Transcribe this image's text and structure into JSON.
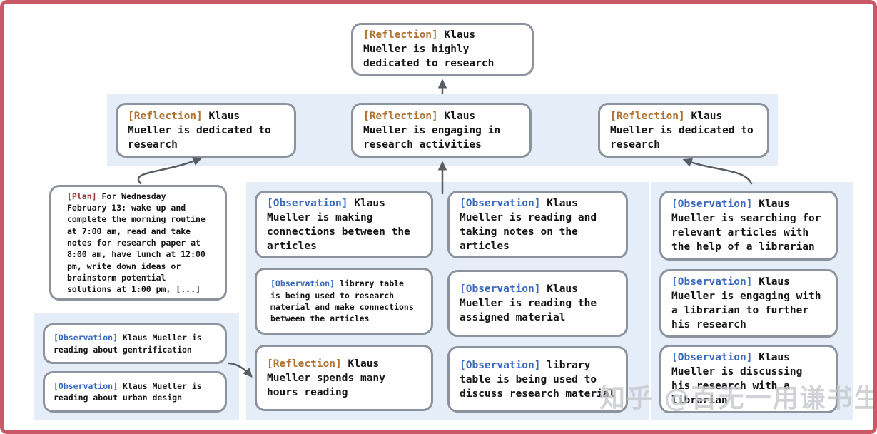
{
  "diagram": {
    "top_reflection": {
      "tag": "[Reflection]",
      "text": "Klaus Mueller is highly dedicated to research"
    },
    "reflection_row": [
      {
        "tag": "[Reflection]",
        "text": "Klaus Mueller is dedicated to research"
      },
      {
        "tag": "[Reflection]",
        "text": "Klaus Mueller is engaging in research activities"
      },
      {
        "tag": "[Reflection]",
        "text": "Klaus Mueller is dedicated to research"
      }
    ],
    "plan": {
      "tag": "[Plan]",
      "text": "For Wednesday February 13: wake up and complete the morning routine at 7:00 am, read and take notes for research paper at 8:00 am, have lunch at 12:00 pm, write down ideas or brainstorm potential solutions at 1:00 pm, [...]"
    },
    "left_observations": [
      {
        "tag": "[Observation]",
        "text": "Klaus Mueller is reading about gentrification"
      },
      {
        "tag": "[Observation]",
        "text": "Klaus Mueller is reading about urban design"
      }
    ],
    "middle_col_left": [
      {
        "tag": "[Observation]",
        "text": "Klaus Mueller is making connections between the articles"
      },
      {
        "tag": "[Observation]",
        "text": "library table is being used to research material and make connections between the articles"
      },
      {
        "tag": "[Reflection]",
        "text": "Klaus Mueller spends many hours reading"
      }
    ],
    "middle_col_right": [
      {
        "tag": "[Observation]",
        "text": "Klaus Mueller is reading and taking notes on the articles"
      },
      {
        "tag": "[Observation]",
        "text": "Klaus Mueller is reading the assigned material"
      },
      {
        "tag": "[Observation]",
        "text": "library table is being used to discuss research material"
      }
    ],
    "right_observations": [
      {
        "tag": "[Observation]",
        "text": "Klaus Mueller is searching for relevant articles with the help of a librarian"
      },
      {
        "tag": "[Observation]",
        "text": "Klaus Mueller is engaging with a librarian to further his research"
      },
      {
        "tag": "[Observation]",
        "text": "Klaus Mueller is discussing his research with a librarian"
      }
    ]
  },
  "watermark": "知乎 @百无一用谦书生",
  "colors": {
    "reflection_tag": "#b0712e",
    "observation_tag": "#3a6abc",
    "plan_tag": "#993333",
    "panel_background": "#e4edf8",
    "node_border": "#8d939c",
    "arrow": "#585d64",
    "frame_border": "#cb5866",
    "text": "#151515",
    "watermark": "#c3c5ca"
  }
}
